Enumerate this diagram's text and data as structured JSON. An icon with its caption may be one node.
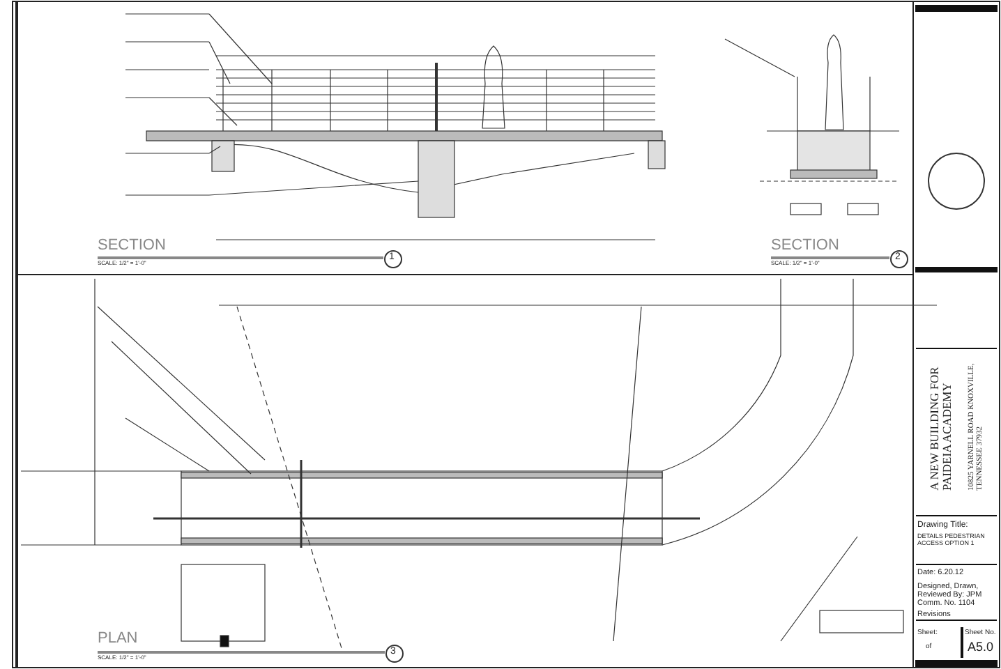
{
  "diagram": {
    "labels": [
      "SECTION",
      "SCALE: 1/2\" = 1'-0\"",
      "1",
      "SECTION",
      "SCALE: 1/2\" = 1'-0\"",
      "2",
      "PLAN",
      "SCALE: 1/2\" = 1'-0\"",
      "3",
      "A NEW BUILDING FOR PAIDEIA ACADEMY",
      "10825 YARNELL ROAD KNOXVILLE, TENNESSEE 37932",
      "Drawing Title:",
      "DETAILS PEDESTRIAN ACCESS OPTION 1",
      "Date: 6.20.12",
      "Designed, Drawn, Reviewed By: JPM",
      "Comm. No. 1104",
      "Revisions",
      "Sheet:",
      "of",
      "Sheet No.",
      "A5.0"
    ]
  }
}
